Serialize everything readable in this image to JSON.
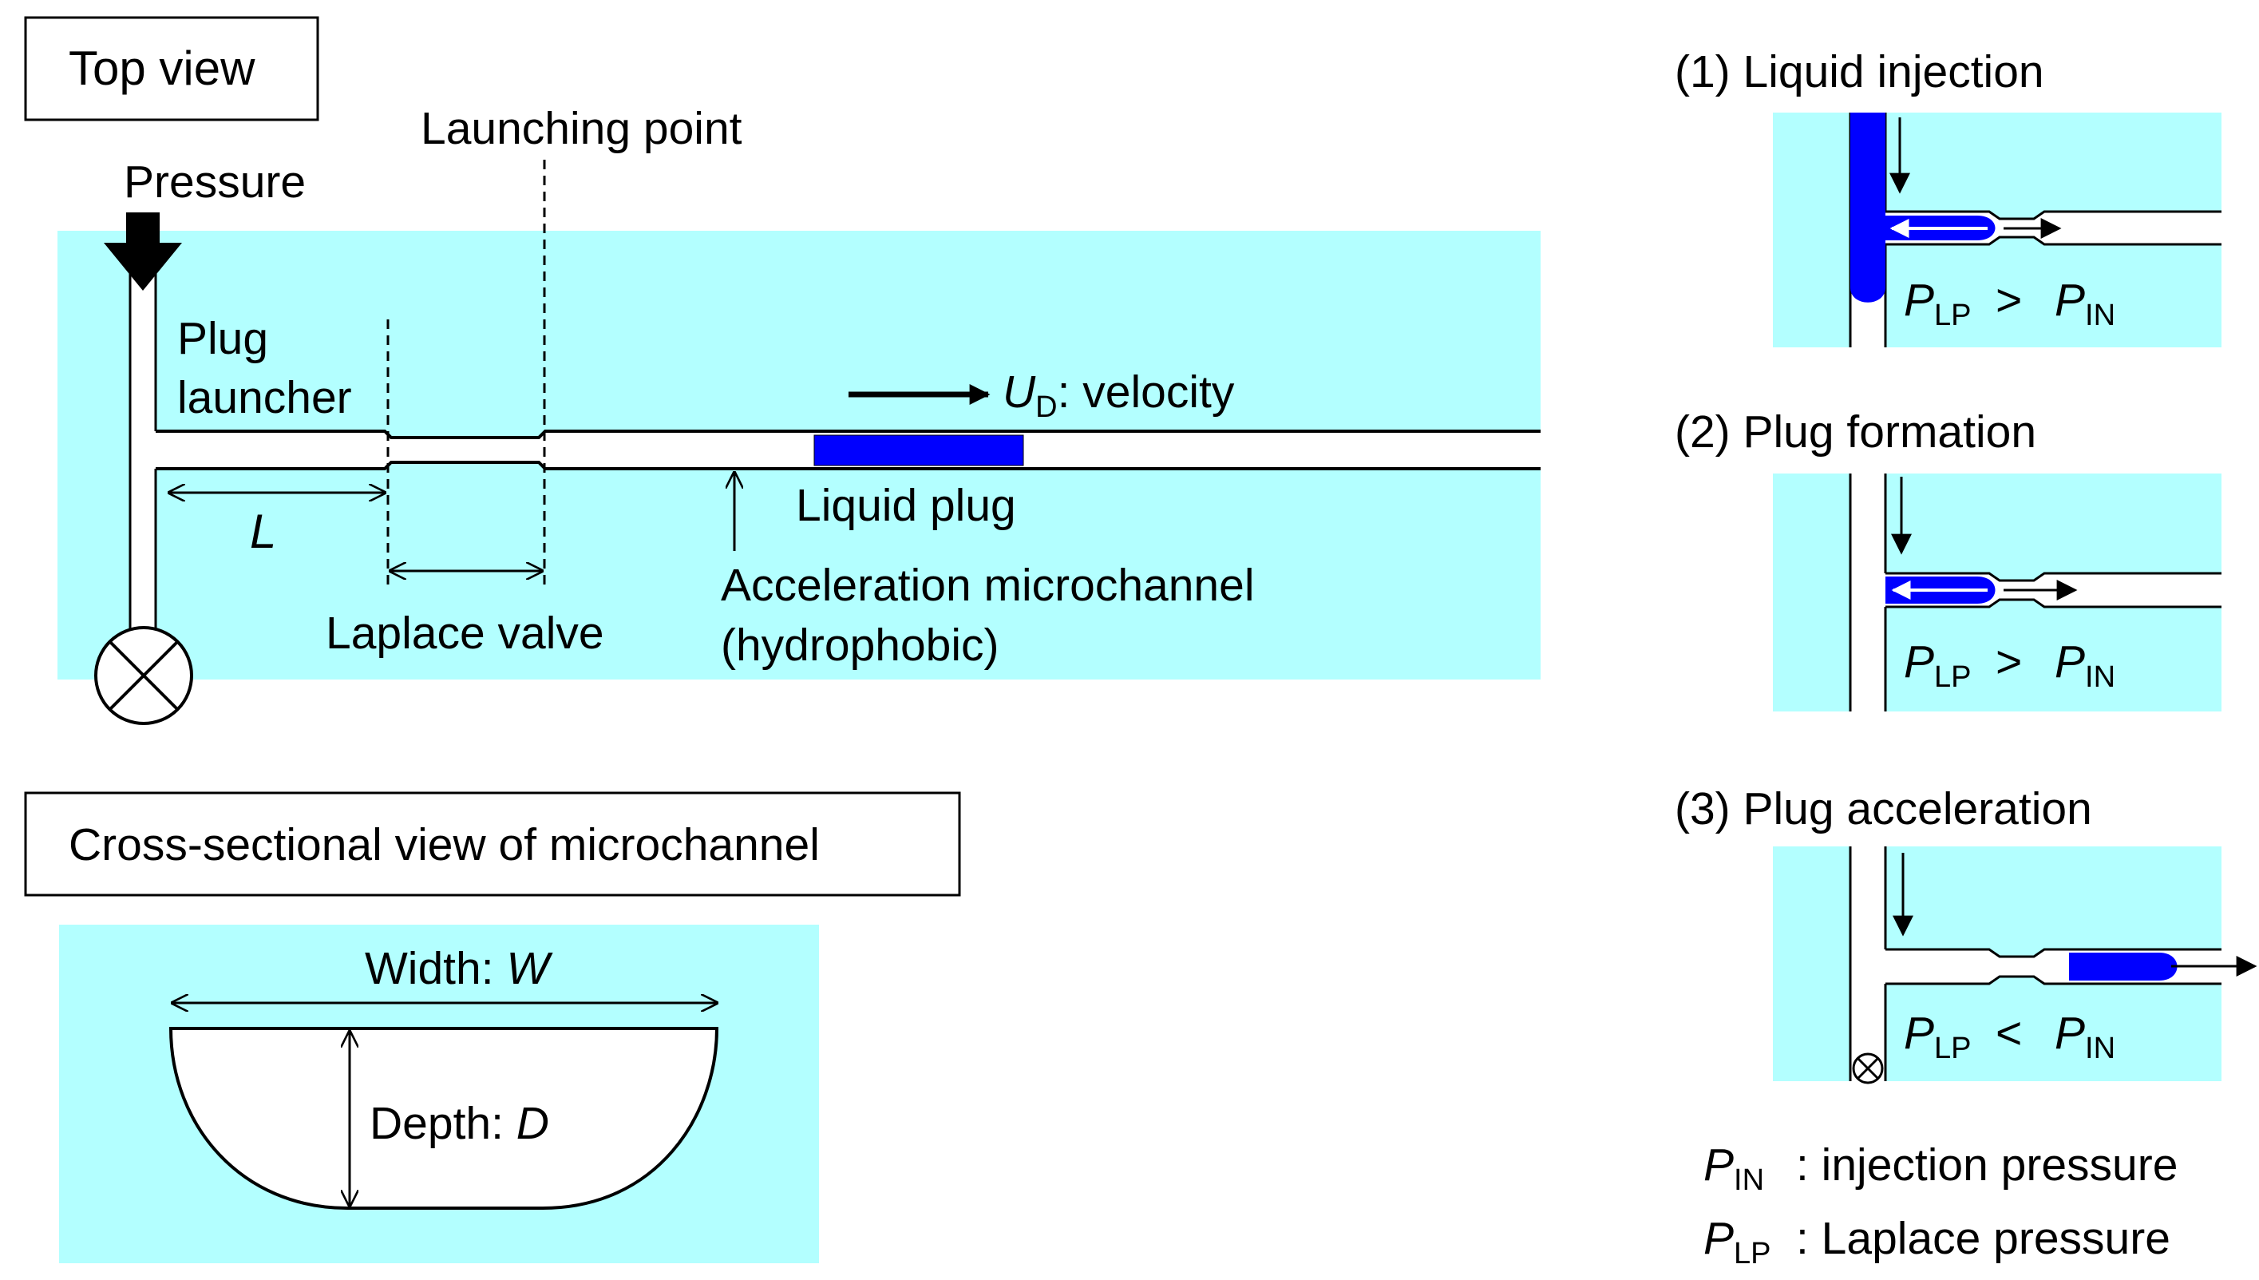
{
  "top_view": {
    "title": "Top view",
    "pressure": "Pressure",
    "launching_point": "Launching point",
    "plug_launcher_line1": "Plug",
    "plug_launcher_line2": "launcher",
    "velocity_symbol": "U",
    "velocity_sub": "D",
    "velocity_text": ": velocity",
    "length_symbol": "L",
    "laplace_valve": "Laplace valve",
    "liquid_plug": "Liquid plug",
    "accel_line1": "Acceleration  microchannel",
    "accel_line2": "(hydrophobic)"
  },
  "cross_section": {
    "title": "Cross-sectional  view  of microchannel",
    "width_text": "Width: ",
    "width_symbol": "W",
    "depth_text": "Depth: ",
    "depth_symbol": "D"
  },
  "steps": [
    {
      "title": "(1) Liquid injection",
      "lhs": "P",
      "lhs_sub": "LP",
      "op": ">",
      "rhs": "P",
      "rhs_sub": "IN"
    },
    {
      "title": "(2) Plug formation",
      "lhs": "P",
      "lhs_sub": "LP",
      "op": ">",
      "rhs": "P",
      "rhs_sub": "IN"
    },
    {
      "title": "(3) Plug acceleration",
      "lhs": "P",
      "lhs_sub": "LP",
      "op": "<",
      "rhs": "P",
      "rhs_sub": "IN"
    }
  ],
  "legend": [
    {
      "symbol": "P",
      "sub": "IN",
      "text": ": injection pressure"
    },
    {
      "symbol": "P",
      "sub": "LP",
      "text": ": Laplace pressure"
    }
  ],
  "colors": {
    "substrate": "#b3ffff",
    "liquid": "#0000ff",
    "line": "#000000"
  }
}
